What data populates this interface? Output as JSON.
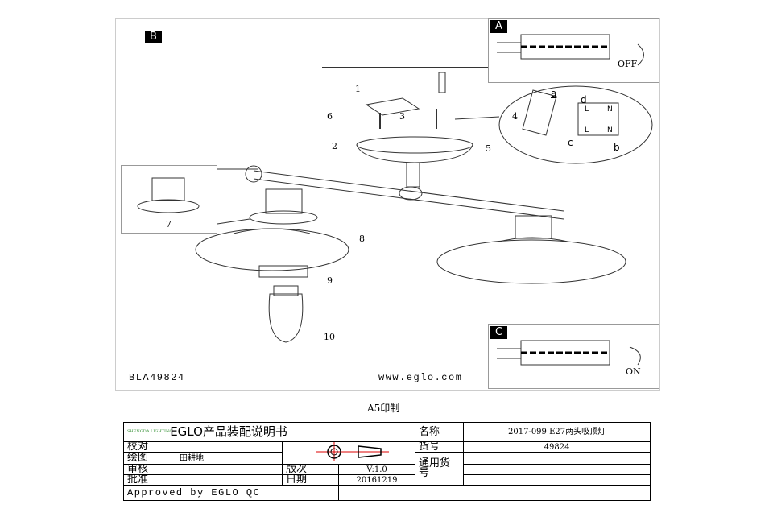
{
  "drawing": {
    "box_b": "B",
    "box_a": "A",
    "box_c": "C",
    "off_label": "OFF",
    "on_label": "ON",
    "callouts": [
      "1",
      "2",
      "3",
      "4",
      "5",
      "6",
      "7",
      "8",
      "9",
      "10"
    ],
    "wiring_labels": {
      "a": "a",
      "b": "b",
      "c": "c",
      "d": "d",
      "L": "L",
      "N": "N"
    },
    "model_code": "BLA49824",
    "website": "www.eglo.com"
  },
  "print_note": "A5印制",
  "title_block": {
    "logo_text": "SHENGDA LIGHTING",
    "title": "EGLO产品装配说明书",
    "name_label": "名称",
    "name_value": "2017-099 E27两头吸顶灯",
    "check_label": "校对",
    "check_value": "",
    "drawn_label": "绘图",
    "drawn_value": "田耕地",
    "review_label": "审核",
    "review_value": "",
    "approve_label": "批准",
    "approve_value": "",
    "item_no_label": "货号",
    "item_no_value": "49824",
    "general_item_label": "通用货号",
    "version_label": "版次",
    "version_value": "V:1.0",
    "date_label": "日期",
    "date_value": "20161219",
    "approved_by": "Approved by EGLO QC"
  }
}
